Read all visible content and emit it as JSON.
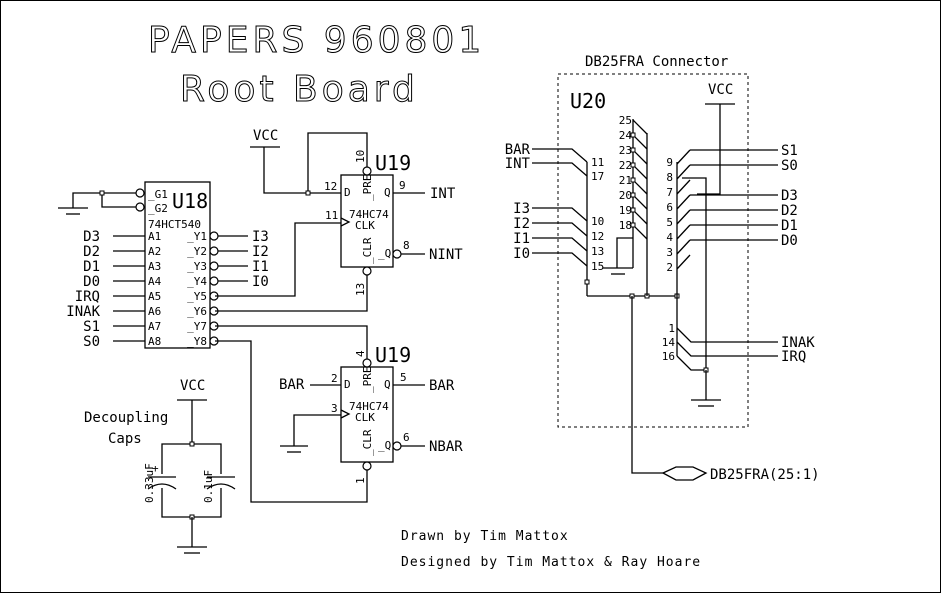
{
  "title": {
    "line1": "PAPERS 960801",
    "line2": "Root Board"
  },
  "colors": {
    "background": "#ffffff",
    "ink": "#000000"
  },
  "u18": {
    "ref": "U18",
    "part": "74HCT540",
    "enable_pins": [
      "_G1",
      "_G2"
    ],
    "inputs": [
      {
        "pin": "A1",
        "net": "D3"
      },
      {
        "pin": "A2",
        "net": "D2"
      },
      {
        "pin": "A3",
        "net": "D1"
      },
      {
        "pin": "A4",
        "net": "D0"
      },
      {
        "pin": "A5",
        "net": "IRQ"
      },
      {
        "pin": "A6",
        "net": "INAK"
      },
      {
        "pin": "A7",
        "net": "S1"
      },
      {
        "pin": "A8",
        "net": "S0"
      }
    ],
    "outputs": [
      {
        "pin": "_Y1",
        "net": "I3"
      },
      {
        "pin": "_Y2",
        "net": "I2"
      },
      {
        "pin": "_Y3",
        "net": "I1"
      },
      {
        "pin": "_Y4",
        "net": "I0"
      },
      {
        "pin": "_Y5",
        "net": ""
      },
      {
        "pin": "_Y6",
        "net": ""
      },
      {
        "pin": "_Y7",
        "net": ""
      },
      {
        "pin": "_Y8",
        "net": ""
      }
    ]
  },
  "u19a": {
    "ref": "U19",
    "part": "74HC74",
    "pre": "_PRE",
    "clr": "_CLR",
    "d": "D",
    "clk": "CLK",
    "q": "Q",
    "qn": "_Q",
    "pin_pre": "10",
    "pin_d": "12",
    "pin_clk": "11",
    "pin_q": "9",
    "pin_qn": "8",
    "pin_clr": "13",
    "vcc": "VCC",
    "out_q": "INT",
    "out_qn": "NINT"
  },
  "u19b": {
    "ref": "U19",
    "part": "74HC74",
    "pre": "_PRE",
    "clr": "_CLR",
    "d": "D",
    "clk": "CLK",
    "q": "Q",
    "qn": "_Q",
    "pin_pre": "4",
    "pin_d": "2",
    "pin_clk": "3",
    "pin_q": "5",
    "pin_qn": "6",
    "pin_clr": "1",
    "in_d": "BAR",
    "out_q": "BAR",
    "out_qn": "NBAR"
  },
  "decoupling": {
    "label_line1": "Decoupling",
    "label_line2": "Caps",
    "vcc": "VCC",
    "cap1": "0.33uF",
    "cap2": "0.1uF",
    "polarity": "+"
  },
  "u20": {
    "heading": "DB25FRA Connector",
    "ref": "U20",
    "vcc": "VCC",
    "left_nets": [
      {
        "net": "BAR",
        "pin": "11"
      },
      {
        "net": "INT",
        "pin": "17"
      },
      {
        "net": "I3",
        "pin": "10"
      },
      {
        "net": "I2",
        "pin": "12"
      },
      {
        "net": "I1",
        "pin": "13"
      },
      {
        "net": "I0",
        "pin": "15"
      }
    ],
    "ground_pins": [
      "25",
      "24",
      "23",
      "22",
      "21",
      "20",
      "19",
      "18"
    ],
    "right_pins": [
      {
        "pin": "9",
        "net": "S1"
      },
      {
        "pin": "8",
        "net": "S0"
      },
      {
        "pin": "7",
        "net": ""
      },
      {
        "pin": "6",
        "net": "D3"
      },
      {
        "pin": "5",
        "net": "D2"
      },
      {
        "pin": "4",
        "net": "D1"
      },
      {
        "pin": "3",
        "net": "D0"
      },
      {
        "pin": "2",
        "net": ""
      }
    ],
    "lower_pins": [
      {
        "pin": "1",
        "net": "INAK"
      },
      {
        "pin": "14",
        "net": "IRQ"
      },
      {
        "pin": "16",
        "net": ""
      }
    ],
    "bus_label": "DB25FRA(25:1)"
  },
  "credits": {
    "drawn": "Drawn by Tim Mattox",
    "designed": "Designed by Tim Mattox & Ray Hoare"
  }
}
